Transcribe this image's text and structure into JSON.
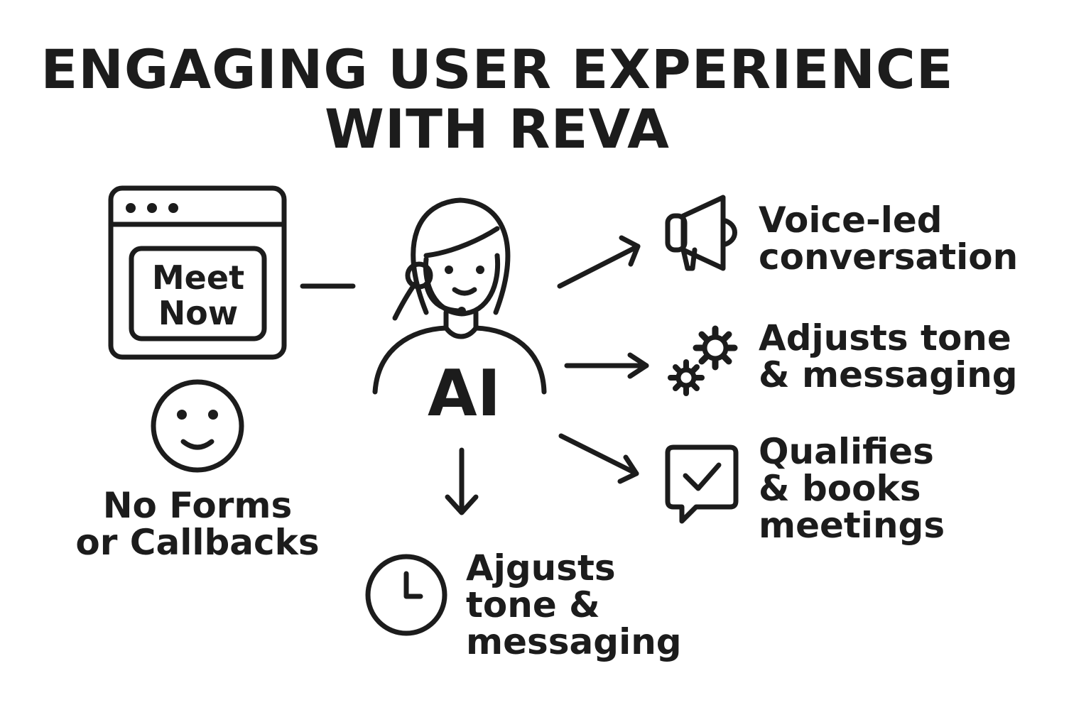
{
  "title": {
    "line1": "ENGAGING USER EXPERIENCE",
    "line2": "WITH REVA"
  },
  "browser": {
    "button_line1": "Meet",
    "button_line2": "Now"
  },
  "no_forms": {
    "line1": "No Forms",
    "line2": "or Callbacks"
  },
  "agent": {
    "label": "AI"
  },
  "voice": {
    "line1": "Voice-led",
    "line2": "conversation"
  },
  "adjusts": {
    "line1": "Adjusts tone",
    "line2": "& messaging"
  },
  "qualifies": {
    "line1": "Qualifies",
    "line2": "& books",
    "line3": "meetings"
  },
  "ajgusts": {
    "line1": "Ajgusts",
    "line2": "tone &",
    "line3": "messaging"
  },
  "icons": [
    "browser-window-icon",
    "smiley-icon",
    "ai-agent-headset-icon",
    "megaphone-icon",
    "gears-icon",
    "chat-check-icon",
    "clock-icon"
  ],
  "colors": {
    "ink": "#1c1c1c",
    "background": "#ffffff"
  }
}
